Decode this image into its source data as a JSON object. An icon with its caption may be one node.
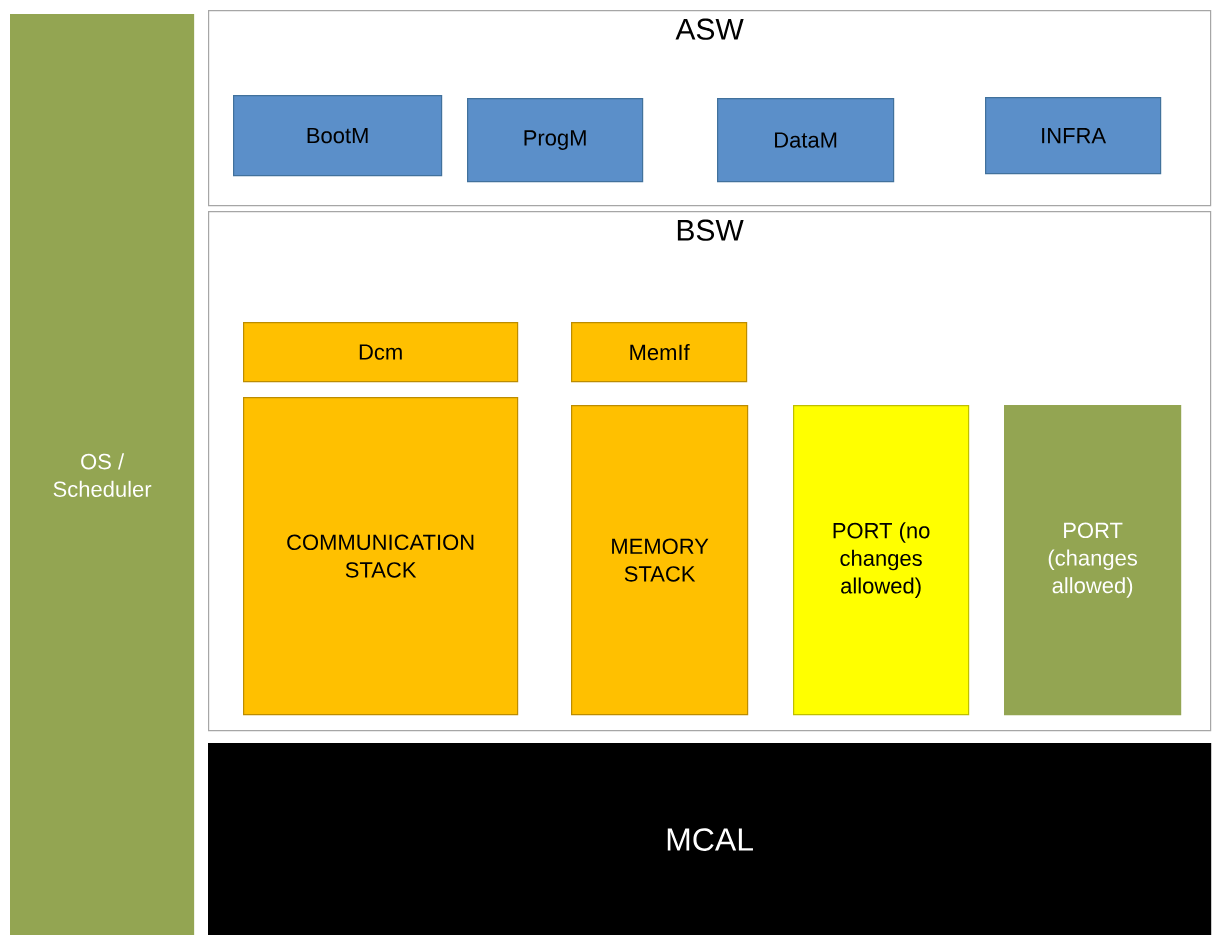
{
  "diagram": {
    "nodes": [
      {
        "text": [
          "OS / Scheduler"
        ]
      },
      {
        "text": [
          "ASW"
        ]
      },
      {
        "text": [
          "BootM"
        ],
        "in": 1
      },
      {
        "text": [
          "ProgM"
        ],
        "in": 1
      },
      {
        "text": [
          "DataM"
        ],
        "in": 1
      },
      {
        "text": [
          "INFRA"
        ],
        "in": 1
      },
      {
        "text": [
          "BSW"
        ]
      },
      {
        "text": [
          "Dcm"
        ],
        "in": 6
      },
      {
        "text": [
          "MemIf"
        ],
        "in": 6
      },
      {
        "text": [
          "COMMUNICATION STACK"
        ],
        "in": 6
      },
      {
        "text": [
          "MEMORY STACK"
        ],
        "in": 6
      },
      {
        "text": [
          "PORT (no changes allowed)"
        ],
        "in": 6
      },
      {
        "text": [
          "PORT (changes allowed)"
        ],
        "in": 6
      },
      {
        "text": [
          "MCAL"
        ]
      }
    ]
  }
}
